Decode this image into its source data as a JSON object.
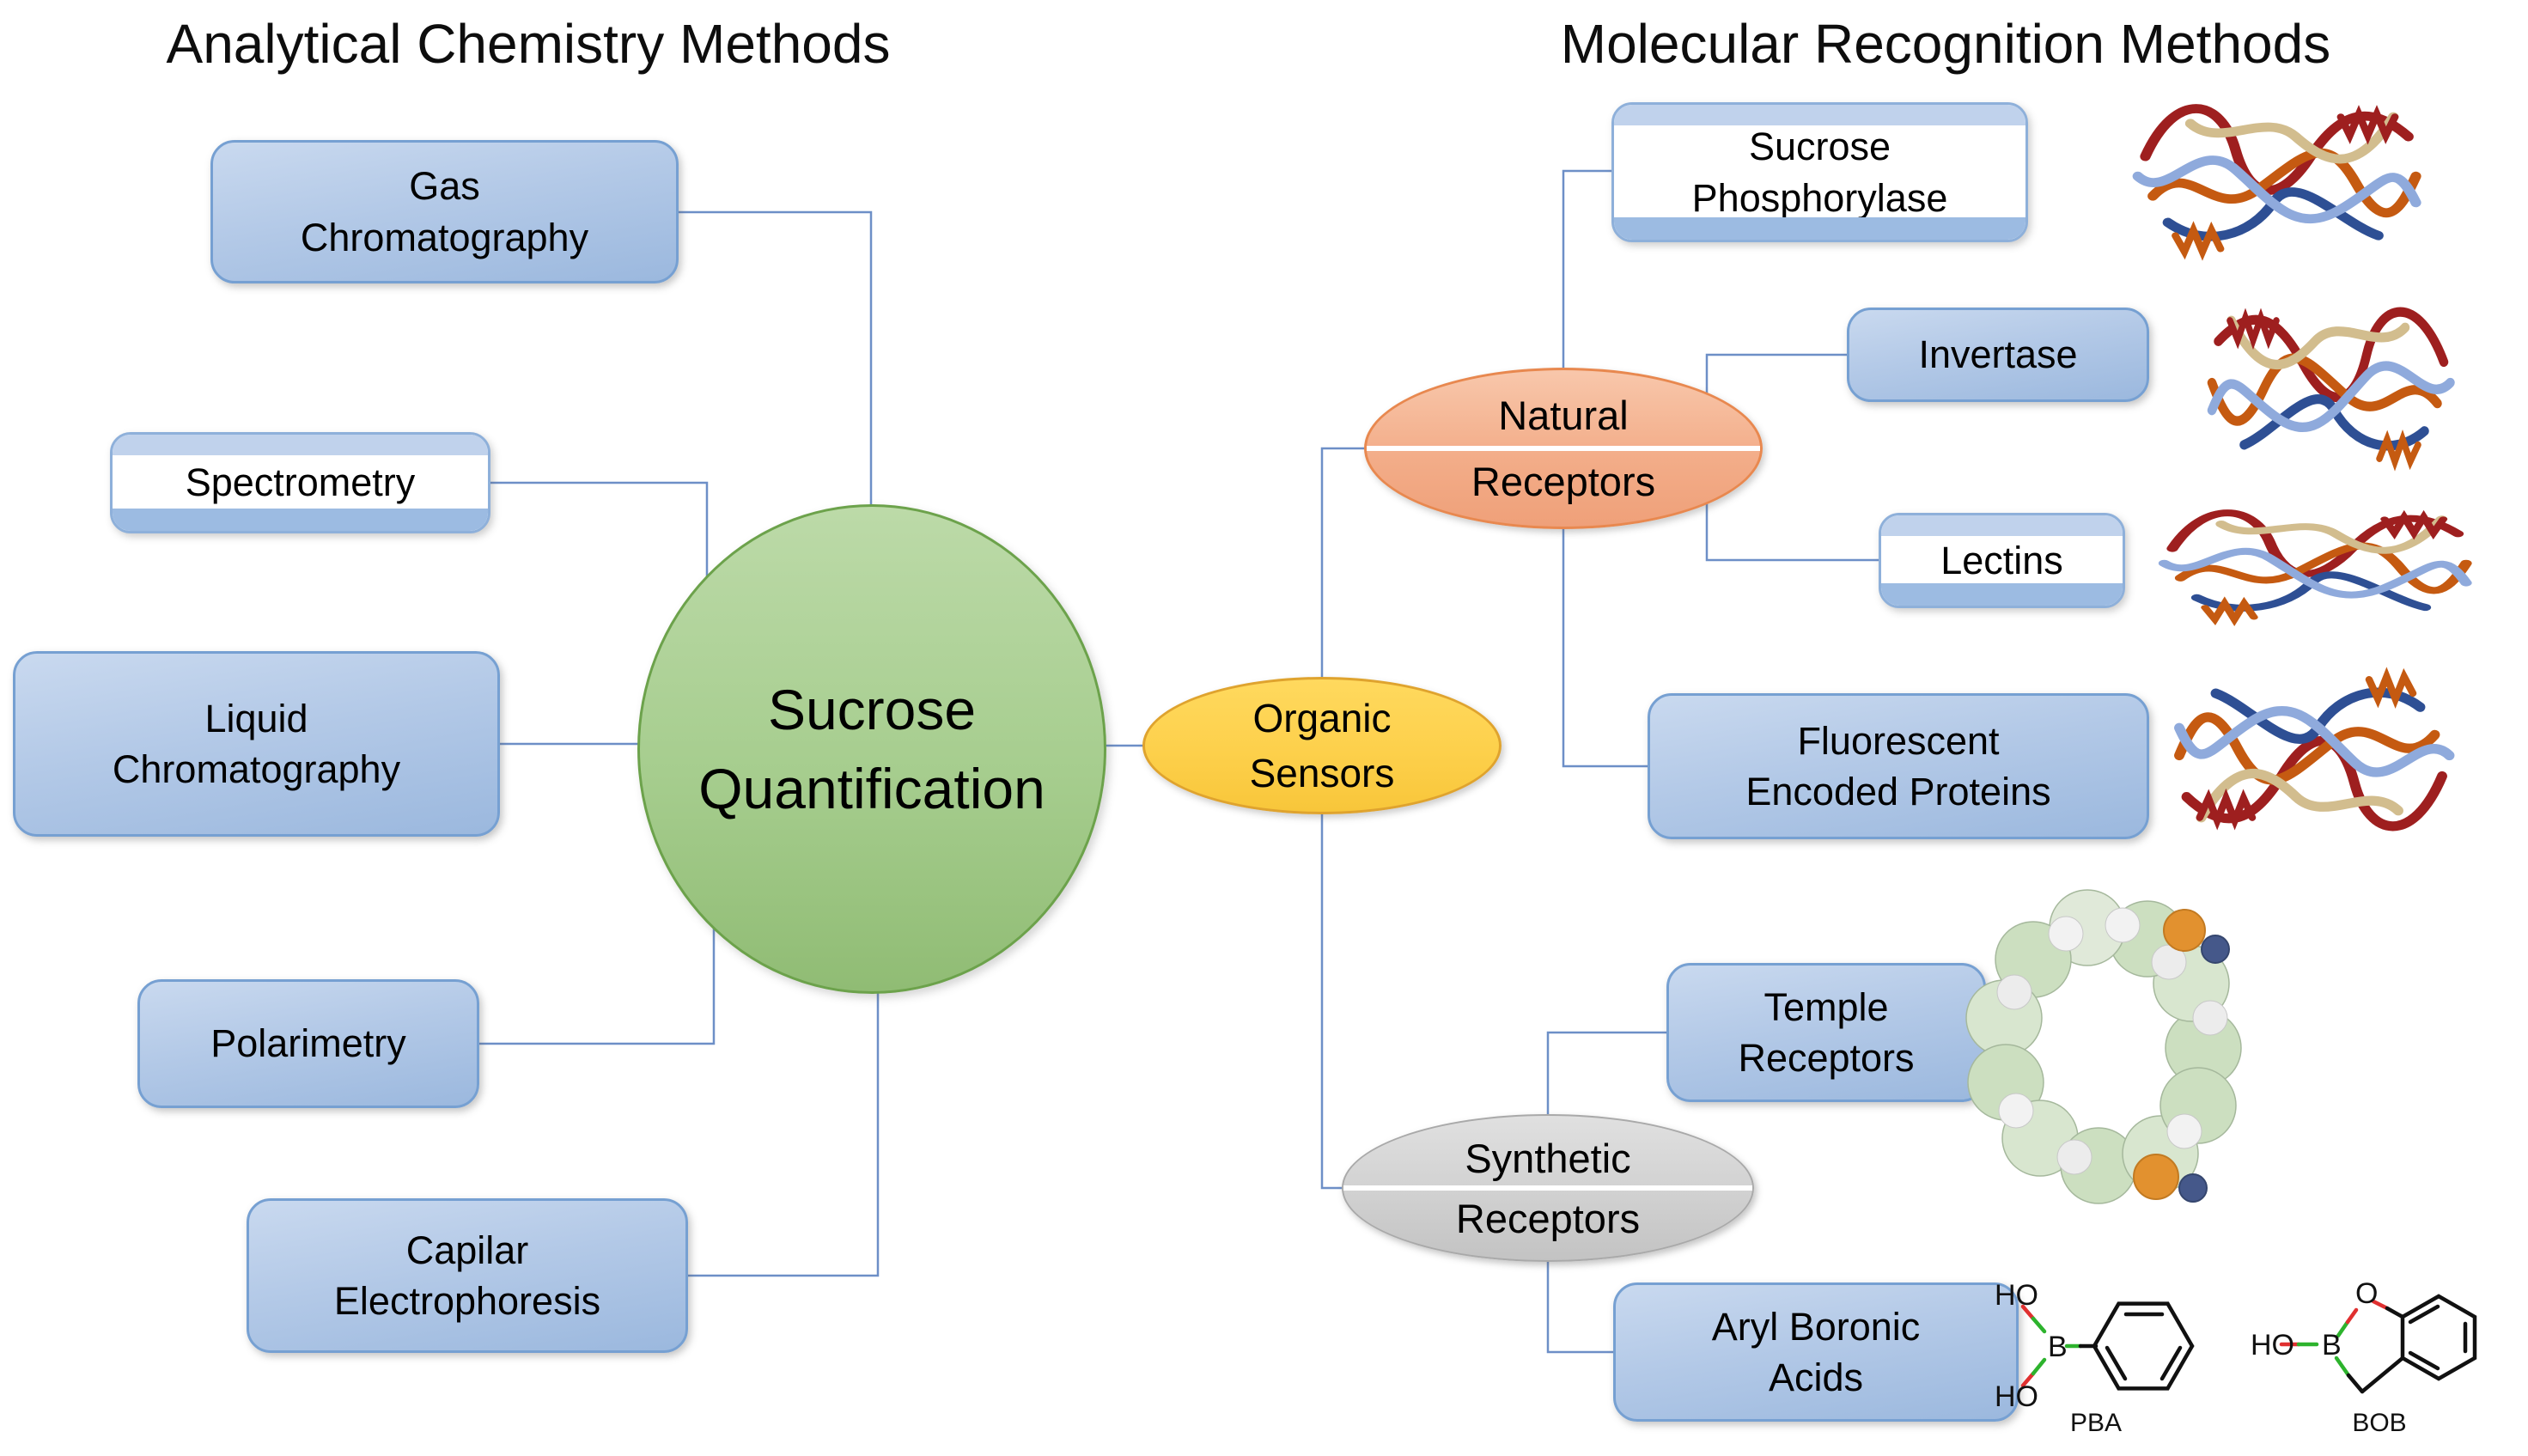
{
  "titles": {
    "left": "Analytical Chemistry Methods",
    "right": "Molecular Recognition Methods"
  },
  "center_node": {
    "line1": "Sucrose",
    "line2": "Quantification"
  },
  "organic_sensors": {
    "line1": "Organic",
    "line2": "Sensors"
  },
  "analytical_methods": {
    "gas": {
      "line1": "Gas",
      "line2": "Chromatography"
    },
    "spectrometry": {
      "line1": "Spectrometry"
    },
    "liquid": {
      "line1": "Liquid",
      "line2": "Chromatography"
    },
    "polarimetry": {
      "line1": "Polarimetry"
    },
    "capillary": {
      "line1": "Capilar",
      "line2": "Electrophoresis"
    }
  },
  "molecular_methods": {
    "natural_receptors": {
      "line1": "Natural",
      "line2": "Receptors"
    },
    "synthetic_receptors": {
      "line1": "Synthetic",
      "line2": "Receptors"
    },
    "sucrose_phosphorylase": {
      "line1": "Sucrose",
      "line2": "Phosphorylase"
    },
    "invertase": {
      "line1": "Invertase"
    },
    "lectins": {
      "line1": "Lectins"
    },
    "fluorescent": {
      "line1": "Fluorescent",
      "line2": "Encoded Proteins"
    },
    "temple": {
      "line1": "Temple",
      "line2": "Receptors"
    },
    "aryl_boronic": {
      "line1": "Aryl Boronic",
      "line2": "Acids"
    }
  },
  "chemistry": {
    "pba_label": "PBA",
    "bob_label": "BOB",
    "atom_ho": "HO",
    "atom_b": "B",
    "atom_o": "O"
  },
  "icons": {
    "protein_ribbon_1": "protein-ribbon-sucrose-phosphorylase",
    "protein_ribbon_2": "protein-ribbon-invertase",
    "protein_ribbon_3": "protein-ribbon-lectins",
    "protein_ribbon_4": "protein-ribbon-fluorescent-protein",
    "macrocycle": "space-filling-macrocycle-model",
    "pba_structure": "phenylboronic-acid-structure",
    "bob_structure": "benzoxaborole-structure"
  },
  "colors": {
    "node_blue": "#9bb8de",
    "node_green": "#a6cd8e",
    "node_yellow": "#fdd04b",
    "node_salmon": "#f3ad89",
    "node_gray": "#d2d2d2",
    "connector": "#6d8fc7",
    "bond_b": "#2db32d",
    "bond_o": "#e03030"
  }
}
